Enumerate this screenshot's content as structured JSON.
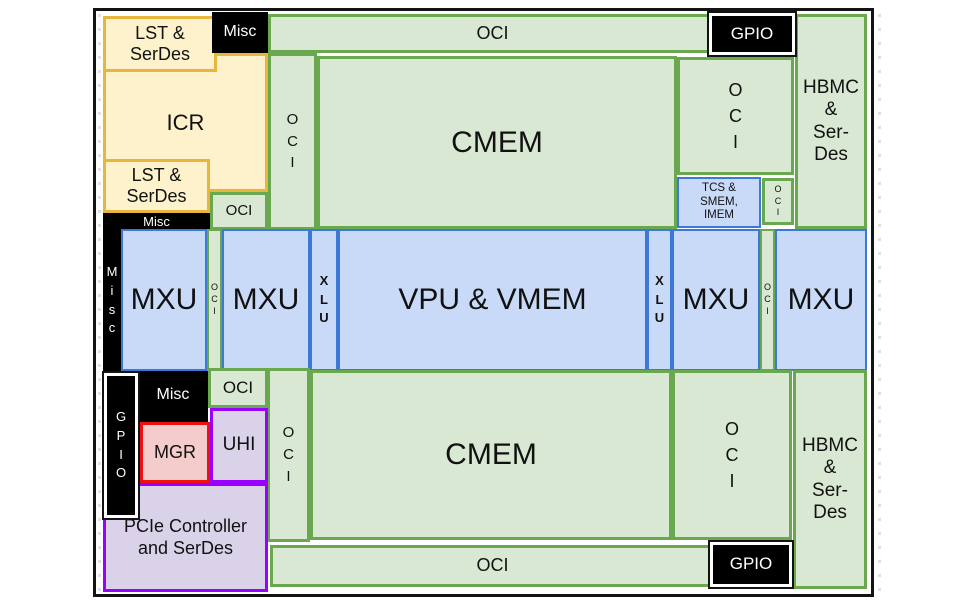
{
  "diagram": {
    "description": "Chip floorplan block diagram",
    "labels": {
      "lst_top": "LST &\nSerDes",
      "lst_bottom": "LST &\nSerDes",
      "icr": "ICR",
      "misc": "Misc",
      "misc_stacked": "M\ni\ns\nc",
      "gpio": "GPIO",
      "gpio_stacked": "G\nP\nI\nO",
      "oci": "OCI",
      "oci_stacked": "O\nC\nI",
      "cmem": "CMEM",
      "hbmc": "HBMC\n&\nSer-\nDes",
      "mxu": "MXU",
      "xlu": "X\nL\nU",
      "vpu": "VPU & VMEM",
      "tcs": "TCS &\nSMEM,\nIMEM",
      "mgr": "MGR",
      "uhi": "UHI",
      "pcie": "PCIe Controller\nand SerDes"
    }
  },
  "palette": {
    "green_fill": "#d9e8d2",
    "green_border": "#6aa84f",
    "blue_fill": "#c9daf8",
    "blue_border": "#3c78d8",
    "yellow_fill": "#fdf2cc",
    "yellow_border": "#e9b63d",
    "purple_fill": "#d9d2e9",
    "purple_border": "#9900ff",
    "pink_fill": "#f4cccc",
    "red_border": "#ee1111",
    "black": "#000000",
    "frame_border": "#131313"
  }
}
